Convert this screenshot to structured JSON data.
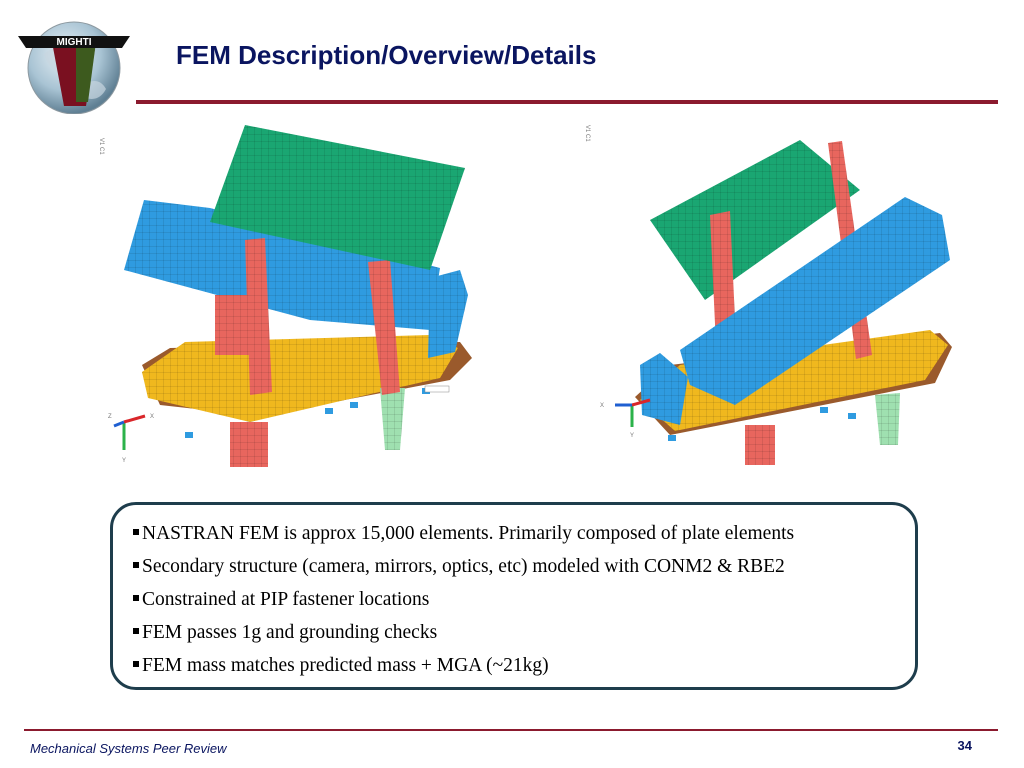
{
  "header": {
    "logo_text": "MIGHTI",
    "title": "FEM Description/Overview/Details"
  },
  "bullets": [
    "NASTRAN FEM is approx 15,000 elements.  Primarily composed of plate elements",
    "Secondary structure (camera, mirrors, optics, etc) modeled with CONM2 & RBE2",
    "Constrained at PIP fastener locations",
    "FEM passes 1g and grounding checks",
    "FEM mass matches predicted mass + MGA (~21kg)"
  ],
  "footer": {
    "review_name": "Mechanical Systems Peer Review",
    "page_number": "34"
  },
  "colors": {
    "title": "#0a1560",
    "rule": "#8b1a2e",
    "box_border": "#1e3d4c",
    "mesh_green": "#1aa672",
    "mesh_blue": "#2f9be0",
    "mesh_red": "#e8665e",
    "mesh_yellow": "#f0b81e"
  }
}
